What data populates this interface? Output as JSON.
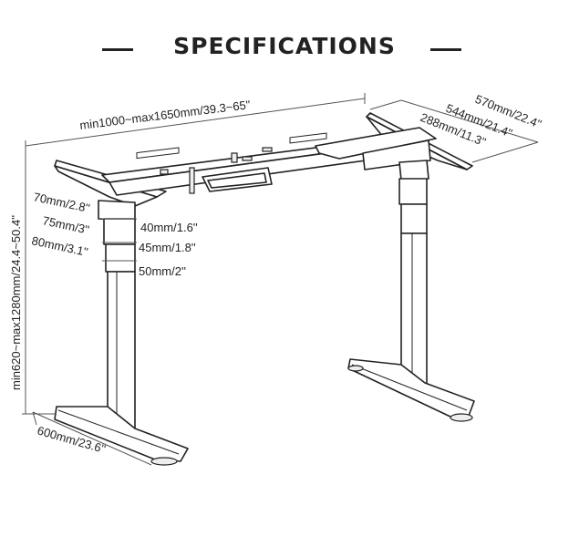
{
  "title": "SPECIFICATIONS",
  "dimensions": {
    "width_range": "min1000~max1650mm/39.3~65''",
    "depth_foot": "570mm/22.4''",
    "depth_arm": "544mm/21.4''",
    "depth_inner": "288mm/11.3''",
    "height_range": "min620~max1280mm/24.4~50.4''",
    "column_outer": "70mm/2.8''",
    "column_middle": "75mm/3''",
    "column_lower": "80mm/3.1''",
    "column_inner_1": "40mm/1.6''",
    "column_inner_2": "45mm/1.8''",
    "column_inner_3": "50mm/2''",
    "foot_length": "600mm/23.6''"
  }
}
